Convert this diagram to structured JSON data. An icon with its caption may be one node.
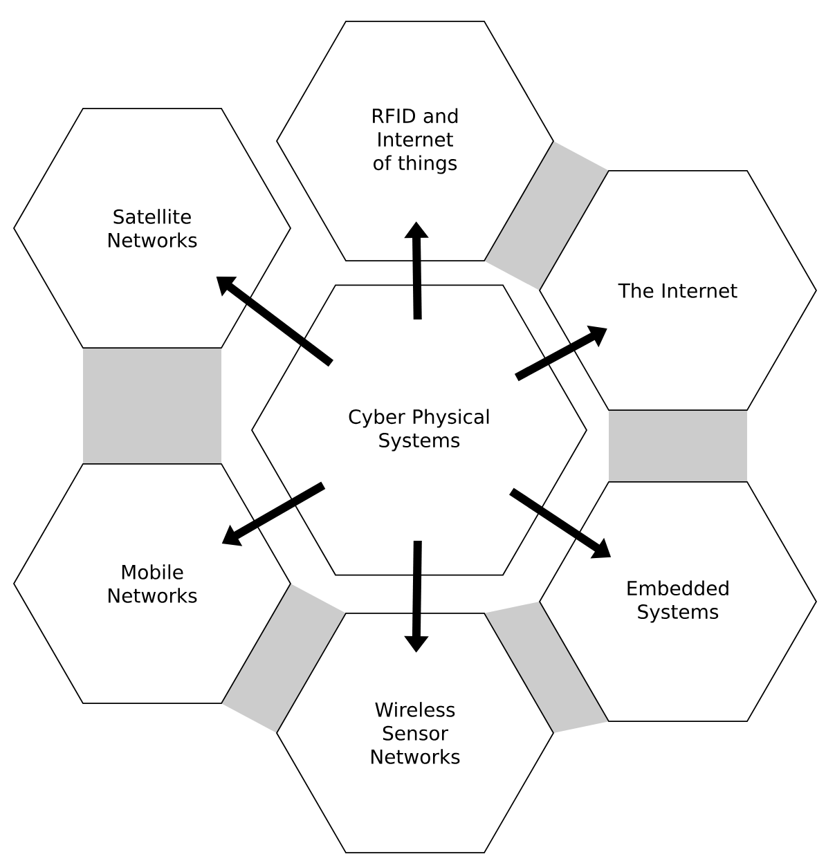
{
  "diagram": {
    "nodes": [
      {
        "text": [
          "Cyber Physical Systems"
        ]
      },
      {
        "text": [
          "RFID and Internet of things"
        ]
      },
      {
        "text": [
          "The Internet"
        ]
      },
      {
        "text": [
          "Embedded Systems"
        ]
      },
      {
        "text": [
          "Wireless Sensor Networks"
        ]
      },
      {
        "text": [
          "Mobile Networks"
        ]
      },
      {
        "text": [
          "Satellite Networks"
        ]
      }
    ],
    "edges": [
      {
        "from": 0,
        "to": 1,
        "arrow": "to"
      },
      {
        "from": 0,
        "to": 2,
        "arrow": "to"
      },
      {
        "from": 0,
        "to": 3,
        "arrow": "to"
      },
      {
        "from": 0,
        "to": 4,
        "arrow": "to"
      },
      {
        "from": 0,
        "to": 5,
        "arrow": "to"
      },
      {
        "from": 0,
        "to": 6,
        "arrow": "to"
      }
    ]
  }
}
